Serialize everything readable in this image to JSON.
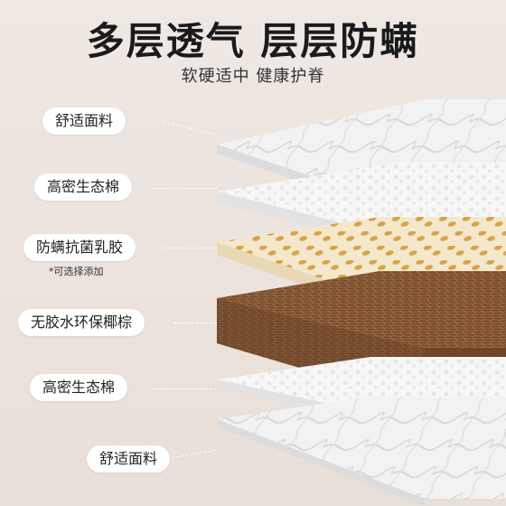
{
  "header": {
    "title": "多层透气 层层防螨",
    "subtitle": "软硬适中 健康护脊"
  },
  "layers": [
    {
      "label": "舒适面料"
    },
    {
      "label": "高密生态棉"
    },
    {
      "label": "防螨抗菌乳胶",
      "note": "*可选择添加"
    },
    {
      "label": "无胶水环保椰棕"
    },
    {
      "label": "高密生态棉"
    },
    {
      "label": "舒适面料"
    }
  ],
  "colors": {
    "background": "#ece4de",
    "fabric": "#f4f4f4",
    "latex": "#f3e6c7",
    "coir": "#8a5a36"
  }
}
